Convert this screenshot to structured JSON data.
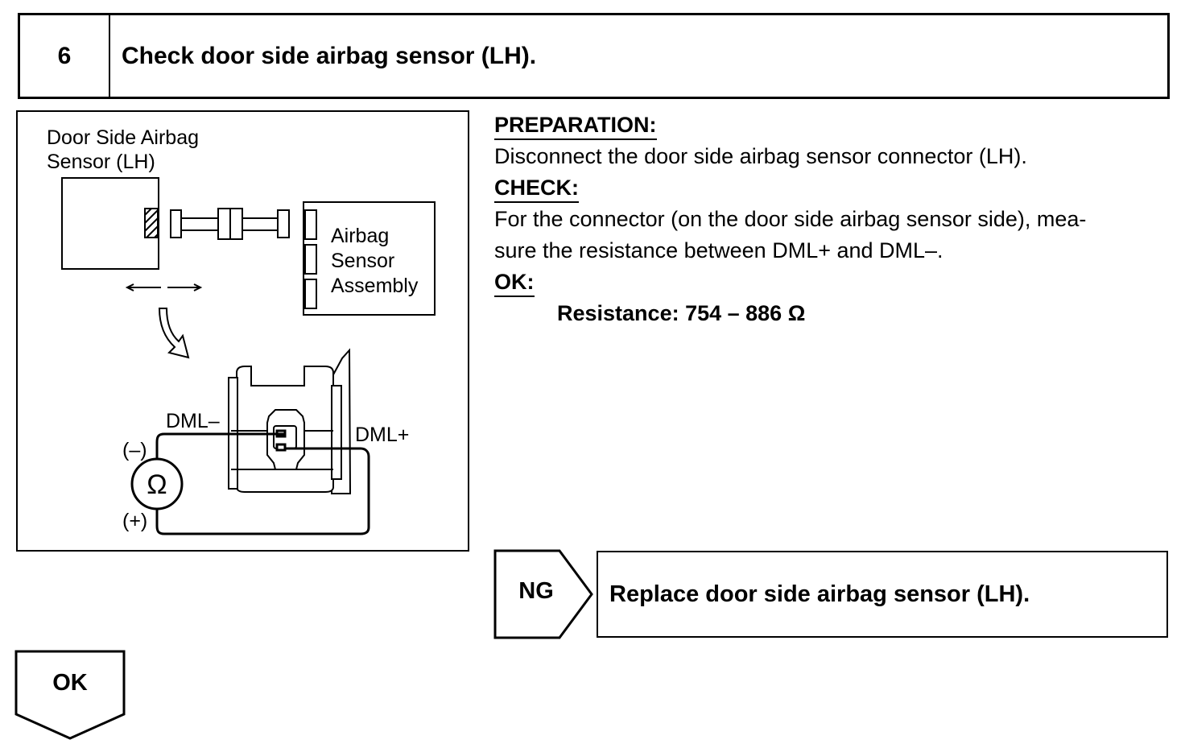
{
  "step": {
    "number": "6",
    "title": "Check door side airbag sensor (LH)."
  },
  "figure": {
    "sensor_label_line1": "Door Side Airbag",
    "sensor_label_line2": "Sensor (LH)",
    "assembly_label_line1": "Airbag",
    "assembly_label_line2": "Sensor",
    "assembly_label_line3": "Assembly",
    "terminal_minus": "DML–",
    "terminal_plus": "DML+",
    "polarity_minus": "(–)",
    "polarity_plus": "(+)",
    "ohmmeter_symbol": "Ω"
  },
  "instructions": {
    "preparation_heading": "PREPARATION:",
    "preparation_text": "Disconnect the door side airbag sensor connector (LH).",
    "check_heading": "CHECK:",
    "check_text_line1": "For the connector (on the door side airbag sensor side), mea-",
    "check_text_line2": "sure the resistance between DML+ and DML–.",
    "ok_heading": "OK:",
    "spec": "Resistance: 754 – 886 Ω"
  },
  "outcomes": {
    "ng_label": "NG",
    "ng_action": "Replace door side airbag sensor (LH).",
    "ok_label": "OK"
  }
}
